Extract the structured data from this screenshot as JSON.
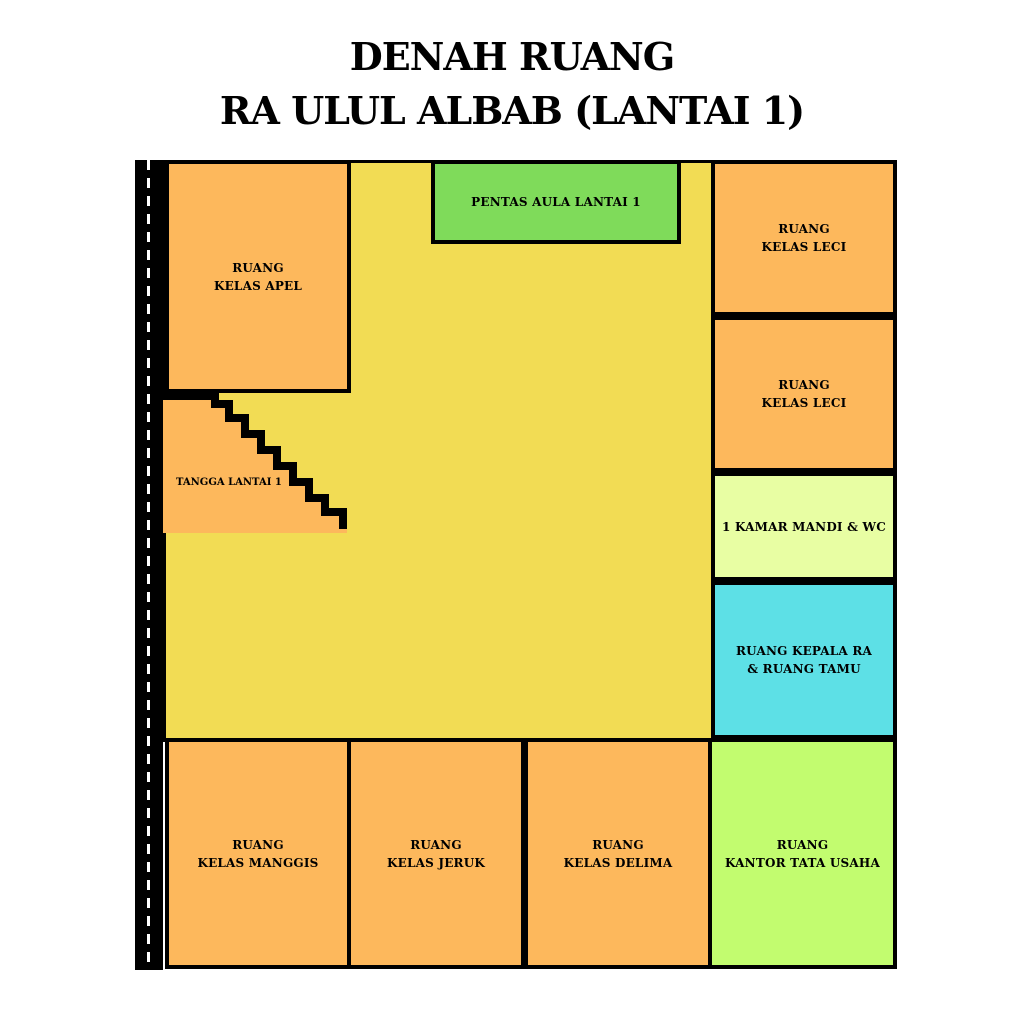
{
  "title": {
    "line1": "DENAH RUANG",
    "line2": "RA ULUL ALBAB (LANTAI 1)"
  },
  "rooms": {
    "apel": "RUANG\nKELAS APEL",
    "pentas": "PENTAS AULA LANTAI 1",
    "leci_1": "RUANG\nKELAS LECI",
    "leci_2": "RUANG\nKELAS LECI",
    "kamar_mandi": "1 KAMAR MANDI & WC",
    "kepala": "RUANG KEPALA RA\n& RUANG TAMU",
    "manggis": "RUANG\nKELAS MANGGIS",
    "jeruk": "RUANG\nKELAS JERUK",
    "delima": "RUANG\nKELAS DELIMA",
    "kantor": "RUANG\nKANTOR TATA USAHA",
    "tangga": "TANGGA LANTAI 1"
  },
  "colors": {
    "floor": "#f2dc54",
    "classroom": "#fdb85c",
    "stage": "#7fdb5a",
    "office": "#c2fc6f",
    "bathroom": "#e8fea3",
    "head_office": "#5de0e6"
  }
}
